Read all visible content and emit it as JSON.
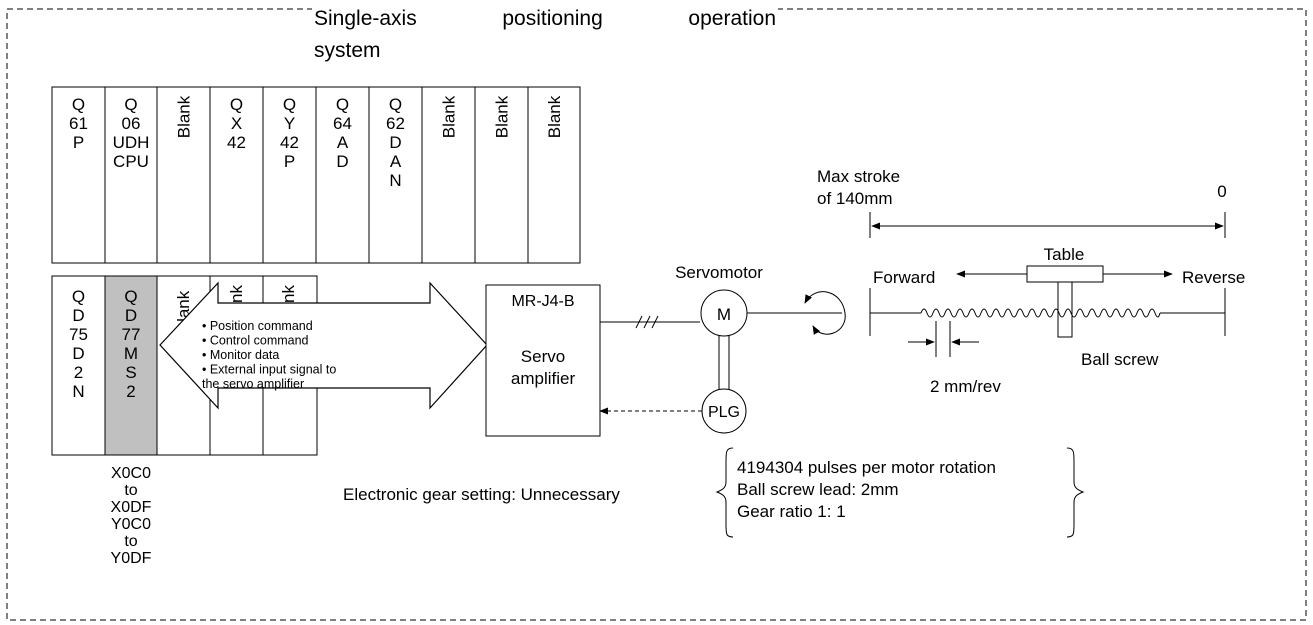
{
  "title": {
    "line1": "Single-axis positioning operation",
    "line2": "system"
  },
  "base_top": {
    "slots": [
      [
        "Q",
        "61",
        "P"
      ],
      [
        "Q",
        "06",
        "UDH",
        "CPU"
      ],
      [
        "Blank"
      ],
      [
        "Q",
        "X",
        "42"
      ],
      [
        "Q",
        "Y",
        "42",
        "P"
      ],
      [
        "Q",
        "64",
        "A",
        "D"
      ],
      [
        "Q",
        "62",
        "D",
        "A",
        "N"
      ],
      [
        "Blank"
      ],
      [
        "Blank"
      ],
      [
        "Blank"
      ]
    ]
  },
  "base_bottom": {
    "slot1": [
      "Q",
      "D",
      "75",
      "D",
      "2",
      "N"
    ],
    "slot2": [
      "Q",
      "D",
      "77",
      "M",
      "S",
      "2"
    ],
    "slot3_partial": "Blank",
    "slot4_partial": "nk",
    "slot5_partial": "nk"
  },
  "io_assignment": [
    "X0C0",
    "to",
    "X0DF",
    "Y0C0",
    "to",
    "Y0DF"
  ],
  "arrow_items": [
    "• Position command",
    "• Control command",
    "• Monitor data",
    "• External input signal to",
    "  the servo amplifier"
  ],
  "amplifier": {
    "model": "MR-J4-B",
    "line1": "Servo",
    "line2": "amplifier"
  },
  "motor": {
    "label": "Servomotor",
    "symbol": "M",
    "encoder": "PLG"
  },
  "mechanism": {
    "stroke_line1": "Max stroke",
    "stroke_line2": "of 140mm",
    "zero": "0",
    "table": "Table",
    "forward": "Forward",
    "reverse": "Reverse",
    "ball_screw": "Ball screw",
    "lead": "2 mm/rev"
  },
  "gear": {
    "label": "Electronic gear setting: Unnecessary",
    "items": [
      "4194304 pulses per motor rotation",
      "Ball screw lead: 2mm",
      "Gear ratio 1: 1"
    ]
  },
  "colors": {
    "line": "#000000",
    "highlight_slot": "#c0c0c0",
    "background": "#ffffff"
  }
}
